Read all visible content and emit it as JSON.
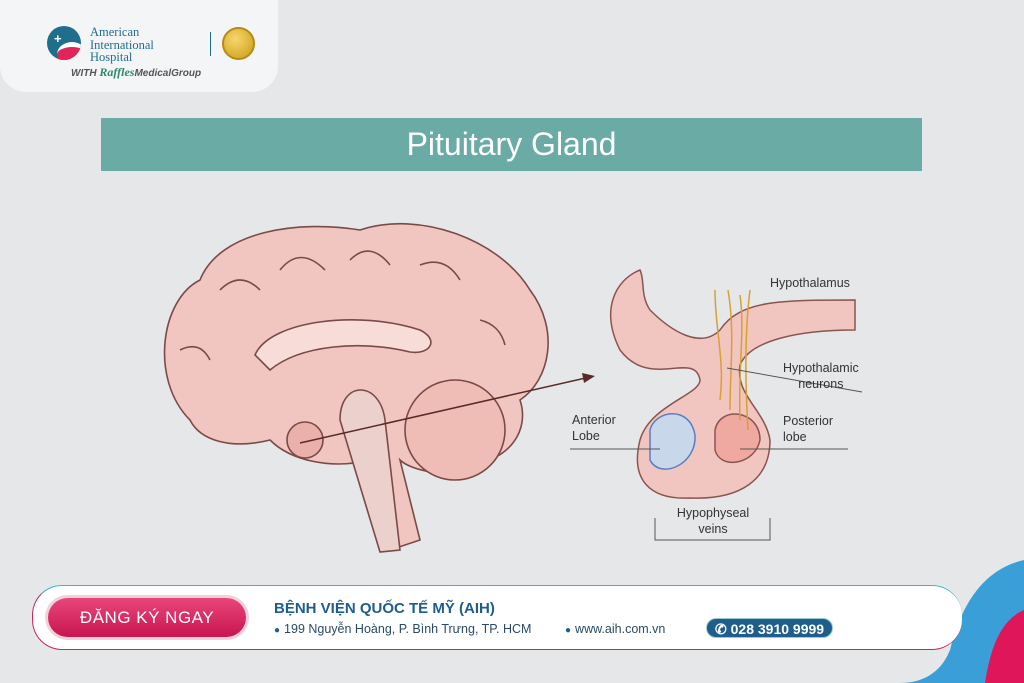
{
  "logo": {
    "line1": "American",
    "line2": "International",
    "line3": "Hospital",
    "with": "WITH",
    "raffles": "Raffles",
    "group": "MedicalGroup"
  },
  "title": "Pituitary Gland",
  "labels": {
    "hypothalamus": "Hypothalamus",
    "neurons_1": "Hypothalamic",
    "neurons_2": "neurons",
    "anterior_1": "Anterior",
    "anterior_2": "Lobe",
    "posterior_1": "Posterior",
    "posterior_2": "lobe",
    "veins_1": "Hypophyseal",
    "veins_2": "veins"
  },
  "footer": {
    "register_label": "ĐĂNG KÝ NGAY",
    "hospital_name": "BỆNH VIỆN QUỐC TẾ MỸ (AIH)",
    "address": "199 Nguyễn Hoàng, P. Bình Trưng, TP. HCM",
    "website": "www.aih.com.vn",
    "phone": "028 3910 9999"
  },
  "colors": {
    "teal": "#6aaba6",
    "pink": "#d81b5a",
    "navy": "#1f5d8c",
    "brain": "#f2c6c0"
  }
}
